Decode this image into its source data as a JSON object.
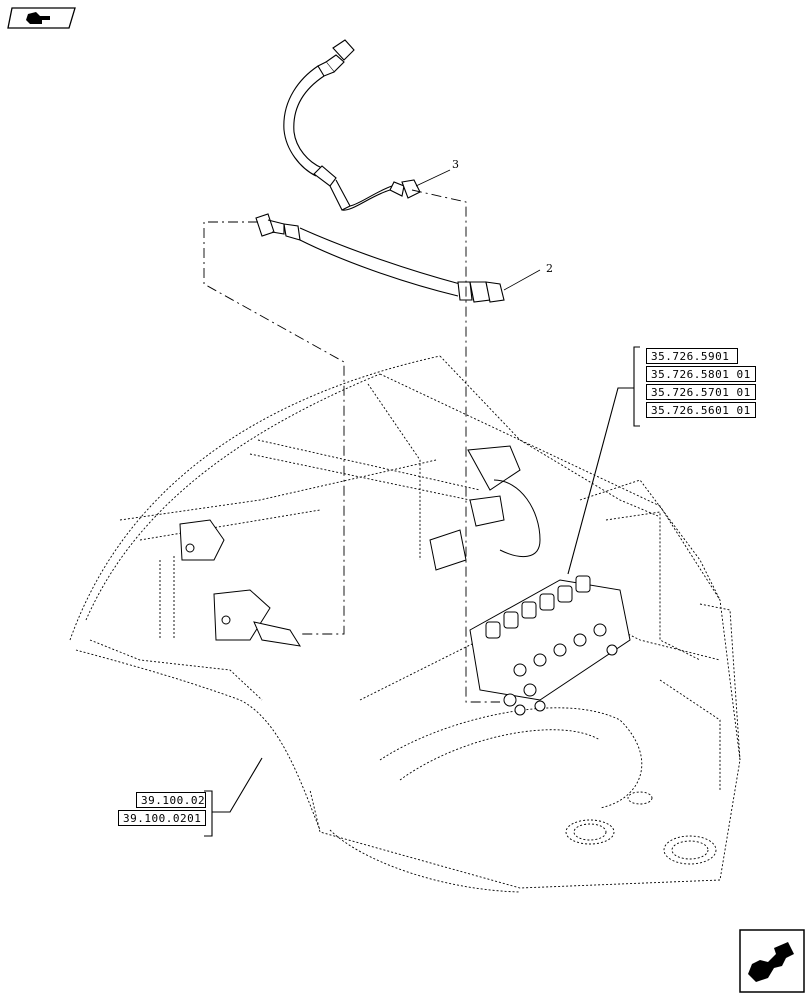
{
  "callouts": {
    "item_3": "3",
    "item_2": "2"
  },
  "references_right": [
    {
      "code": "35.726.5901"
    },
    {
      "code": "35.726.5801 01"
    },
    {
      "code": "35.726.5701 01"
    },
    {
      "code": "35.726.5601 01"
    }
  ],
  "references_left": [
    {
      "code": "39.100.02"
    },
    {
      "code": "39.100.0201"
    }
  ],
  "nav": {
    "top_icon": "hand-pointing-icon",
    "bottom_icon": "hand-pointing-icon"
  },
  "colors": {
    "line": "#000000",
    "background": "#ffffff"
  }
}
